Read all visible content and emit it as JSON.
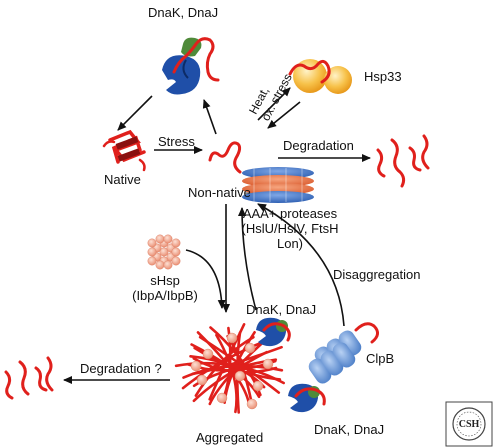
{
  "labels": {
    "dnak_dnaj_top": "DnaK, DnaJ",
    "native": "Native",
    "stress": "Stress",
    "non_native": "Non-native",
    "heat_ox_stress": "Heat,\nox. stress",
    "hsp33": "Hsp33",
    "degradation": "Degradation",
    "aaa_proteases": "AAA+ proteases\n(HslU/HslV, FtsH\nLon)",
    "shsp": "sHsp\n(IbpA/IbpB)",
    "disaggregation": "Disaggregation",
    "dnak_dnaj_mid": "DnaK, DnaJ",
    "clpb": "ClpB",
    "degradation_q": "Degradation ?",
    "aggregated": "Aggregated",
    "dnak_dnaj_bottom": "DnaK, DnaJ",
    "logo_text": "CSH PERSPECTIVES"
  },
  "colors": {
    "chain": "#e0201c",
    "dnak": "#1f4fa8",
    "dnaj": "#4f8a3a",
    "hsp33": "#f5b230",
    "protease_orange": "#e8693c",
    "protease_blue": "#3a72c4",
    "shsp": "#f2a48c",
    "clpb": "#6a98d8",
    "arrow": "#111111"
  },
  "icons": [
    "dnak-chaperone-icon",
    "dnaj-icon",
    "native-protein-icon",
    "hsp33-icon",
    "aaa-protease-icon",
    "shsp-oligomer-icon",
    "aggregate-icon",
    "clpb-hexamer-icon",
    "cshl-logo-icon"
  ]
}
